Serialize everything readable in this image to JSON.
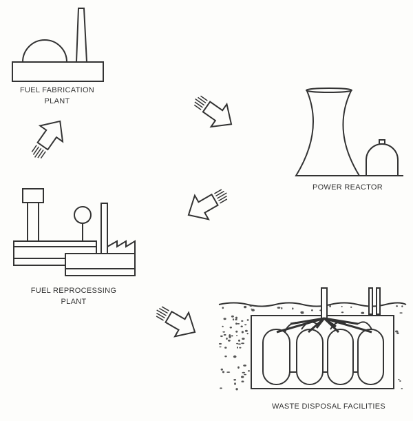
{
  "title": "Nuclear fuel cycle",
  "nodes": {
    "fabrication": {
      "line1": "FUEL FABRICATION",
      "line2": "PLANT"
    },
    "reactor": {
      "line1": "POWER REACTOR"
    },
    "reprocessing": {
      "line1": "FUEL REPROCESSING",
      "line2": "PLANT"
    },
    "waste": {
      "line1": "WASTE DISPOSAL FACILITIES"
    }
  },
  "arrows": [
    "fabrication-to-reactor",
    "reactor-to-reprocessing",
    "reprocessing-to-fabrication",
    "reprocessing-to-waste"
  ]
}
